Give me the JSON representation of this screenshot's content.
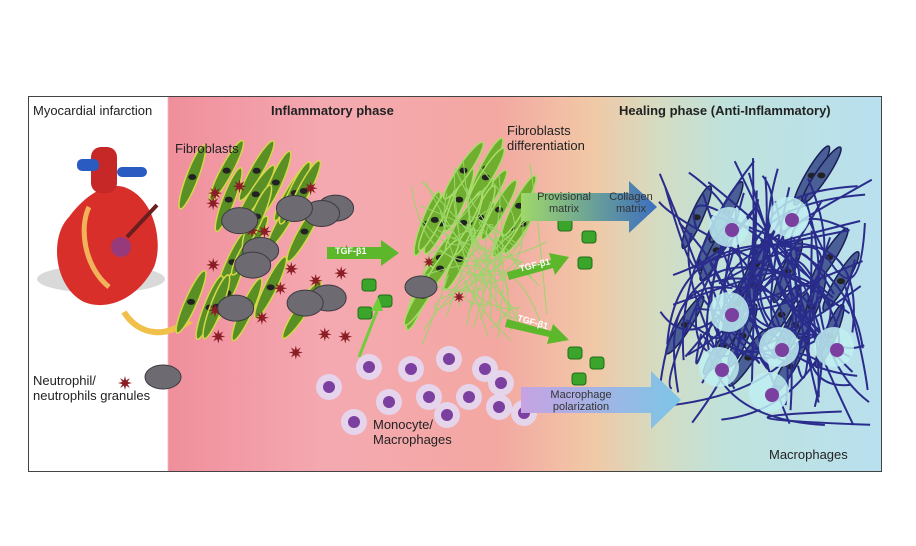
{
  "headers": {
    "mi": "Myocardial infarction",
    "inflammatory": "Inflammatory phase",
    "healing": "Healing phase (Anti-Inflammatory)"
  },
  "labels": {
    "fibroblasts": "Fibroblasts",
    "fib_diff": "Fibroblasts\ndifferentiation",
    "provisional": "Provisional\nmatrix",
    "collagen": "Collagen\nmatrix",
    "tgf1": "TGF-β1",
    "tgf2": "TGF-β1",
    "tgf3": "TGF-β1",
    "neutrophil": "Neutrophil/\nneutrophils granules",
    "monocyte": "Monocyte/\nMacrophages",
    "mac_pol": "Macrophage\npolarization",
    "macrophages": "Macrophages"
  },
  "colors": {
    "fibroblast": "#6fae2e",
    "neutrophil": "#8b1d25",
    "monocyte": "#7b3fa0",
    "collagen": "#2a2c8c",
    "arrow_green": "#5cb82a",
    "arrow_blue": "#3c6fc0"
  }
}
